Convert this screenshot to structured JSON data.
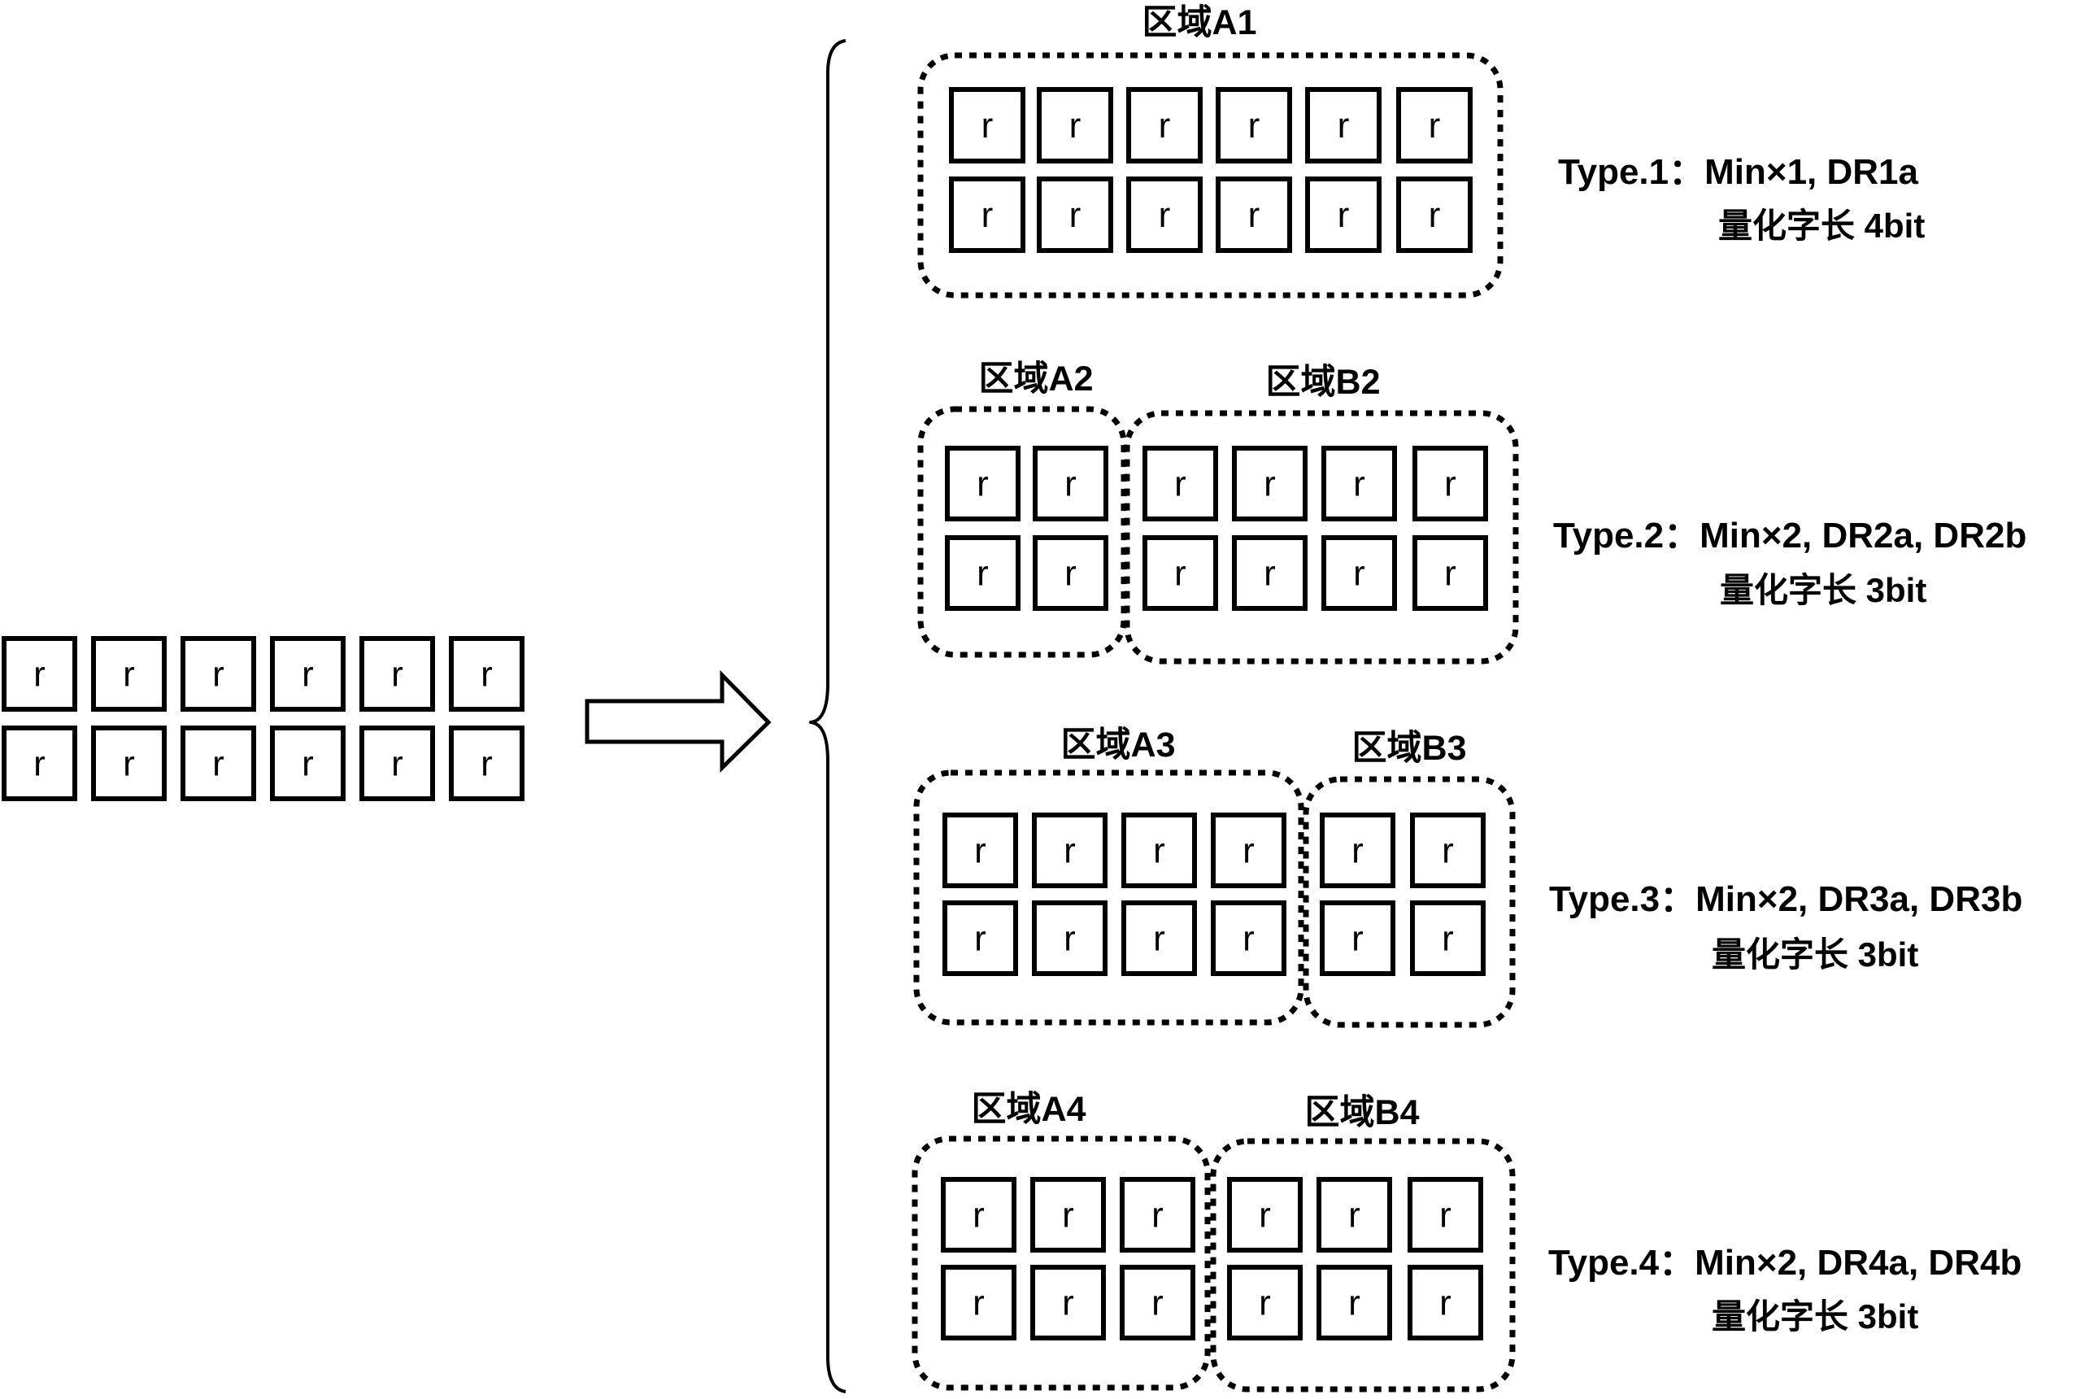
{
  "cell_letter": "r",
  "source_block": {
    "rows": 2,
    "cols": 6
  },
  "arrow": {
    "name": "right-arrow-icon"
  },
  "brace": {
    "name": "left-brace-icon"
  },
  "types": [
    {
      "id": 1,
      "regions": [
        {
          "label": "区域A1",
          "cols": 6
        }
      ],
      "type_text": "Type.1：Min×1, DR1a",
      "quant_text": "量化字长 4bit"
    },
    {
      "id": 2,
      "regions": [
        {
          "label": "区域A2",
          "cols": 2
        },
        {
          "label": "区域B2",
          "cols": 4
        }
      ],
      "type_text": "Type.2：Min×2, DR2a, DR2b",
      "quant_text": "量化字长 3bit"
    },
    {
      "id": 3,
      "regions": [
        {
          "label": "区域A3",
          "cols": 4
        },
        {
          "label": "区域B3",
          "cols": 2
        }
      ],
      "type_text": "Type.3：Min×2, DR3a, DR3b",
      "quant_text": "量化字长 3bit"
    },
    {
      "id": 4,
      "regions": [
        {
          "label": "区域A4",
          "cols": 3
        },
        {
          "label": "区域B4",
          "cols": 3
        }
      ],
      "type_text": "Type.4：Min×2, DR4a, DR4b",
      "quant_text": "量化字长 3bit"
    }
  ]
}
